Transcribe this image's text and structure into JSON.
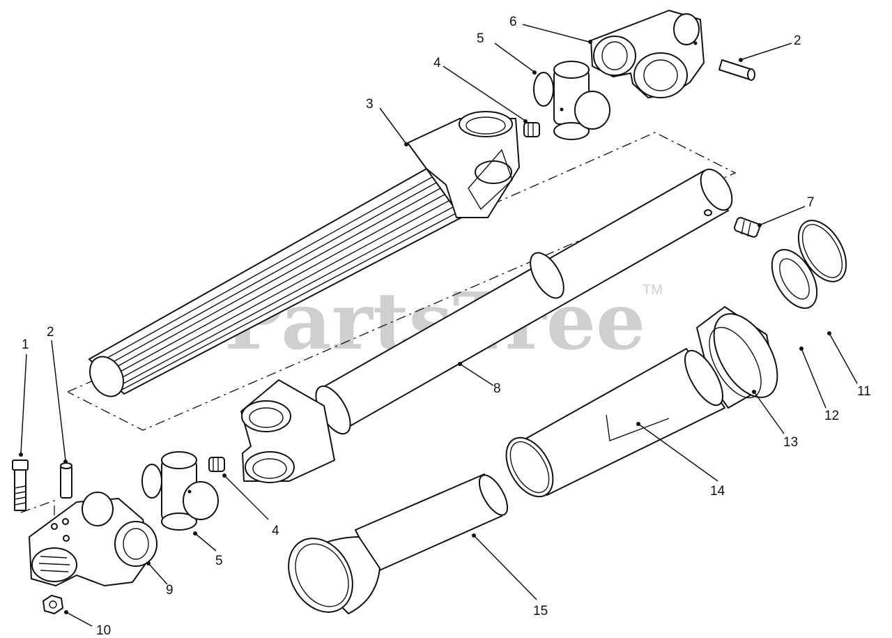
{
  "watermark": {
    "brand": "PartsTree",
    "trademark": "TM"
  },
  "callouts": [
    {
      "id": "c1",
      "label": "1"
    },
    {
      "id": "c2a",
      "label": "2"
    },
    {
      "id": "c2b",
      "label": "2"
    },
    {
      "id": "c3",
      "label": "3"
    },
    {
      "id": "c4a",
      "label": "4"
    },
    {
      "id": "c4b",
      "label": "4"
    },
    {
      "id": "c5a",
      "label": "5"
    },
    {
      "id": "c5b",
      "label": "5"
    },
    {
      "id": "c6",
      "label": "6"
    },
    {
      "id": "c7",
      "label": "7"
    },
    {
      "id": "c8",
      "label": "8"
    },
    {
      "id": "c9",
      "label": "9"
    },
    {
      "id": "c10",
      "label": "10"
    },
    {
      "id": "c11",
      "label": "11"
    },
    {
      "id": "c12",
      "label": "12"
    },
    {
      "id": "c13",
      "label": "13"
    },
    {
      "id": "c14",
      "label": "14"
    },
    {
      "id": "c15",
      "label": "15"
    }
  ]
}
